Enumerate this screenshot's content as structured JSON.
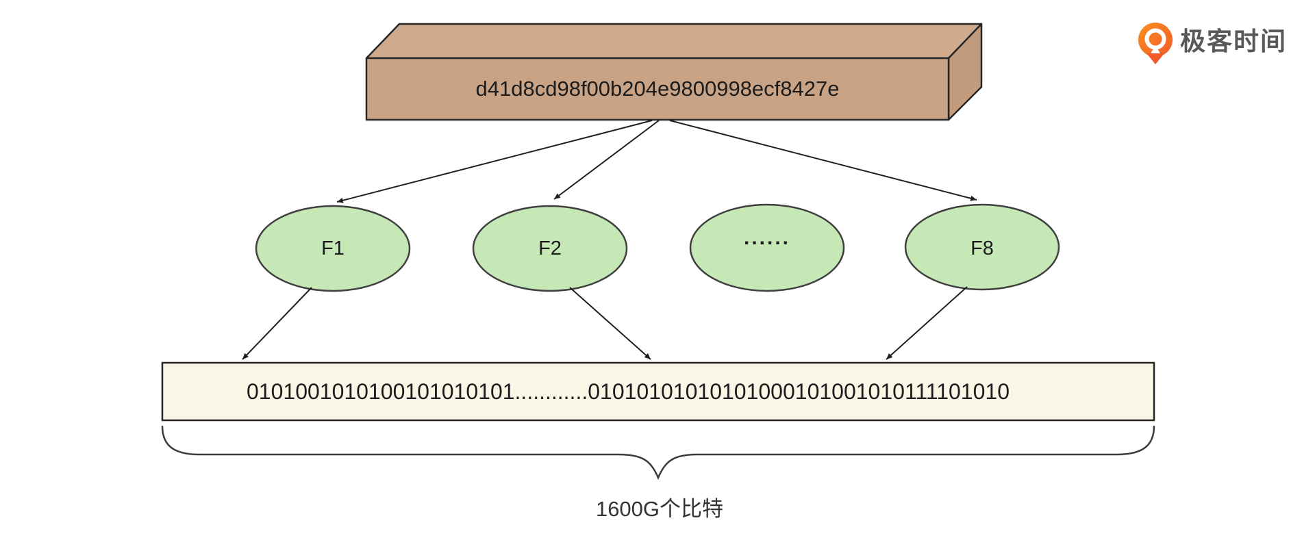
{
  "logo": {
    "name": "极客时间",
    "icon": "geektime-pin-icon"
  },
  "colors": {
    "box-fill": "#c9a385",
    "box-top-fill": "#cfaa8c",
    "box-side-fill": "#c29b7d",
    "box-stroke": "#262626",
    "ellipse-fill": "#c6e7b6",
    "ellipse-stroke": "#3f3f3f",
    "bitbox-fill": "#faf6e6",
    "bitbox-stroke": "#262626",
    "arrow-color": "#1f1f1f",
    "brace-color": "#3c3c3c",
    "text-color": "#1c1c1c",
    "logo-orange": "#f36c21",
    "logo-orange-light": "#f9901f",
    "logo-text": "#595959"
  },
  "diagram": {
    "hash_box": {
      "label": "d41d8cd98f00b204e9800998ecf8427e"
    },
    "functions": [
      {
        "label": "F1"
      },
      {
        "label": "F2"
      },
      {
        "label": "......"
      },
      {
        "label": "F8"
      }
    ],
    "bit_box": {
      "label": "0101001010100101010101............01010101010101000101001010111101010"
    },
    "brace_label": "1600G个比特"
  }
}
